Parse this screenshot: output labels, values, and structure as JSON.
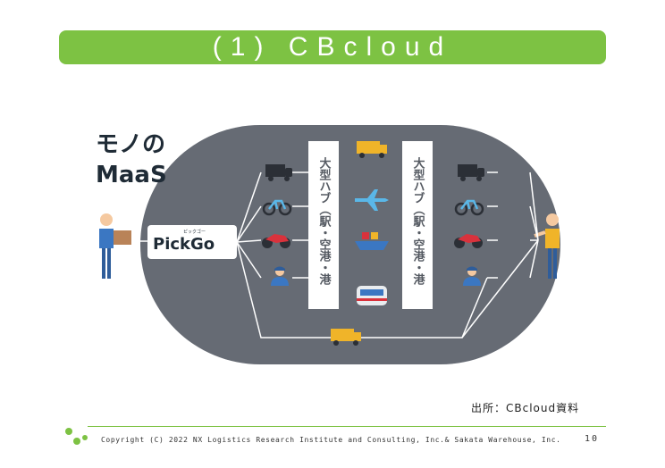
{
  "slide": {
    "title": "(1) CBcloud",
    "source": "出所：CBcloud資料",
    "copyright": "Copyright (C) 2022  NX Logistics Research Institute and Consulting, Inc.& Sakata Warehouse, Inc.",
    "page_number": "10"
  },
  "figure": {
    "heading_line1": "モノの",
    "heading_line2": "MaaS",
    "logo_text": "PickGo",
    "logo_ruby": "ピックゴー",
    "hub_label_left": "大型ハブ（駅・空港・港",
    "hub_label_right": "大型ハブ（駅・空港・港"
  },
  "colors": {
    "accent_green": "#7dc243",
    "oval_gray": "#666b74"
  }
}
